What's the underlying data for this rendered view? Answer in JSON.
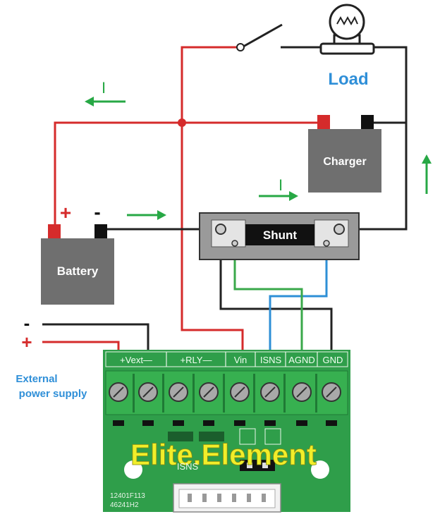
{
  "labels": {
    "load": "Load",
    "charger": "Charger",
    "battery": "Battery",
    "shunt": "Shunt",
    "current_symbol": "I",
    "plus": "+",
    "minus": "-",
    "external_power_line1": "External",
    "external_power_line2": "power supply",
    "board_brand": "Elite.Element",
    "board_isns": "ISNS",
    "board_code_line1": "12401F113",
    "board_code_line2": "46241H2"
  },
  "terminal_headers": [
    "+Vext—",
    "+RLY—",
    "Vin",
    "ISNS",
    "AGND",
    "GND"
  ],
  "colors": {
    "positive_wire": "#d52b2b",
    "negative_wire": "#222222",
    "sense_wire_blue": "#2e8fd6",
    "sense_wire_green": "#3aa84a",
    "arrow_green": "#27a845",
    "load_label": "#2f8fd8",
    "board_green": "#2f9e4a",
    "brand_yellow": "#f1ee2a",
    "box_gray": "#6f6f6f"
  }
}
